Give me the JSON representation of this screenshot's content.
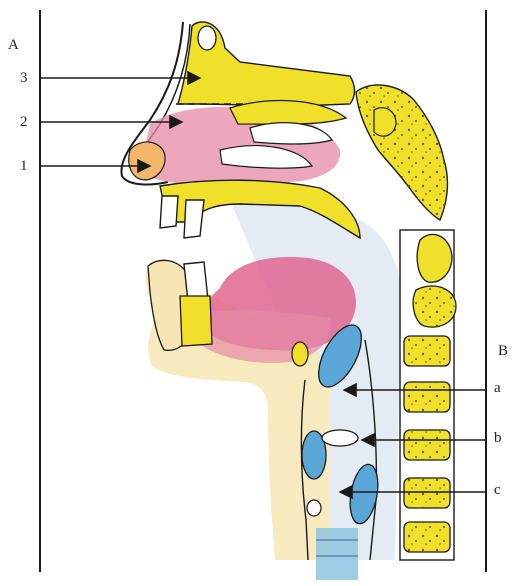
{
  "figure": {
    "panel_left_label": "A",
    "panel_right_label": "B",
    "left_labels": [
      "3",
      "2",
      "1"
    ],
    "right_labels": [
      "a",
      "b",
      "c"
    ],
    "colors": {
      "bone_yellow": "#f0e02a",
      "bone_speckle": "#6a5a10",
      "mucosa_pink": "#e58aa6",
      "tongue_pink": "#e06690",
      "cartilage_blue": "#5aa6d6",
      "trachea_blue": "#8ec4de",
      "airway_wash": "#dde6f0",
      "skin_wash": "#f7e6b4",
      "line": "#1a1a1a"
    }
  }
}
